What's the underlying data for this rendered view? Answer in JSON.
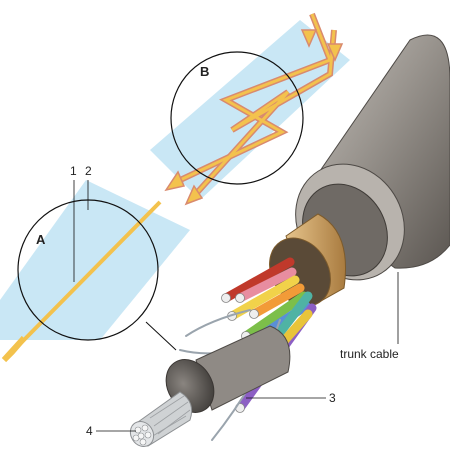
{
  "labels": {
    "inset_a": "A",
    "inset_b": "B",
    "part_1": "1",
    "part_2": "2",
    "part_3": "3",
    "part_4": "4",
    "trunk_cable": "trunk cable"
  },
  "colors": {
    "glass_band": "#bfe3f3",
    "light_ray": "#f3c24d",
    "ray_outline": "#d98a6e",
    "cable_sheath": "#8f8a85",
    "cable_shadow": "#5f5a55",
    "inner_tube": "#b98f56",
    "core_sheath": "#7a7671",
    "strands": "#d6d6d6"
  },
  "fibers": [
    "red",
    "yellow",
    "green",
    "blue",
    "purple",
    "pink",
    "orange",
    "teal"
  ]
}
